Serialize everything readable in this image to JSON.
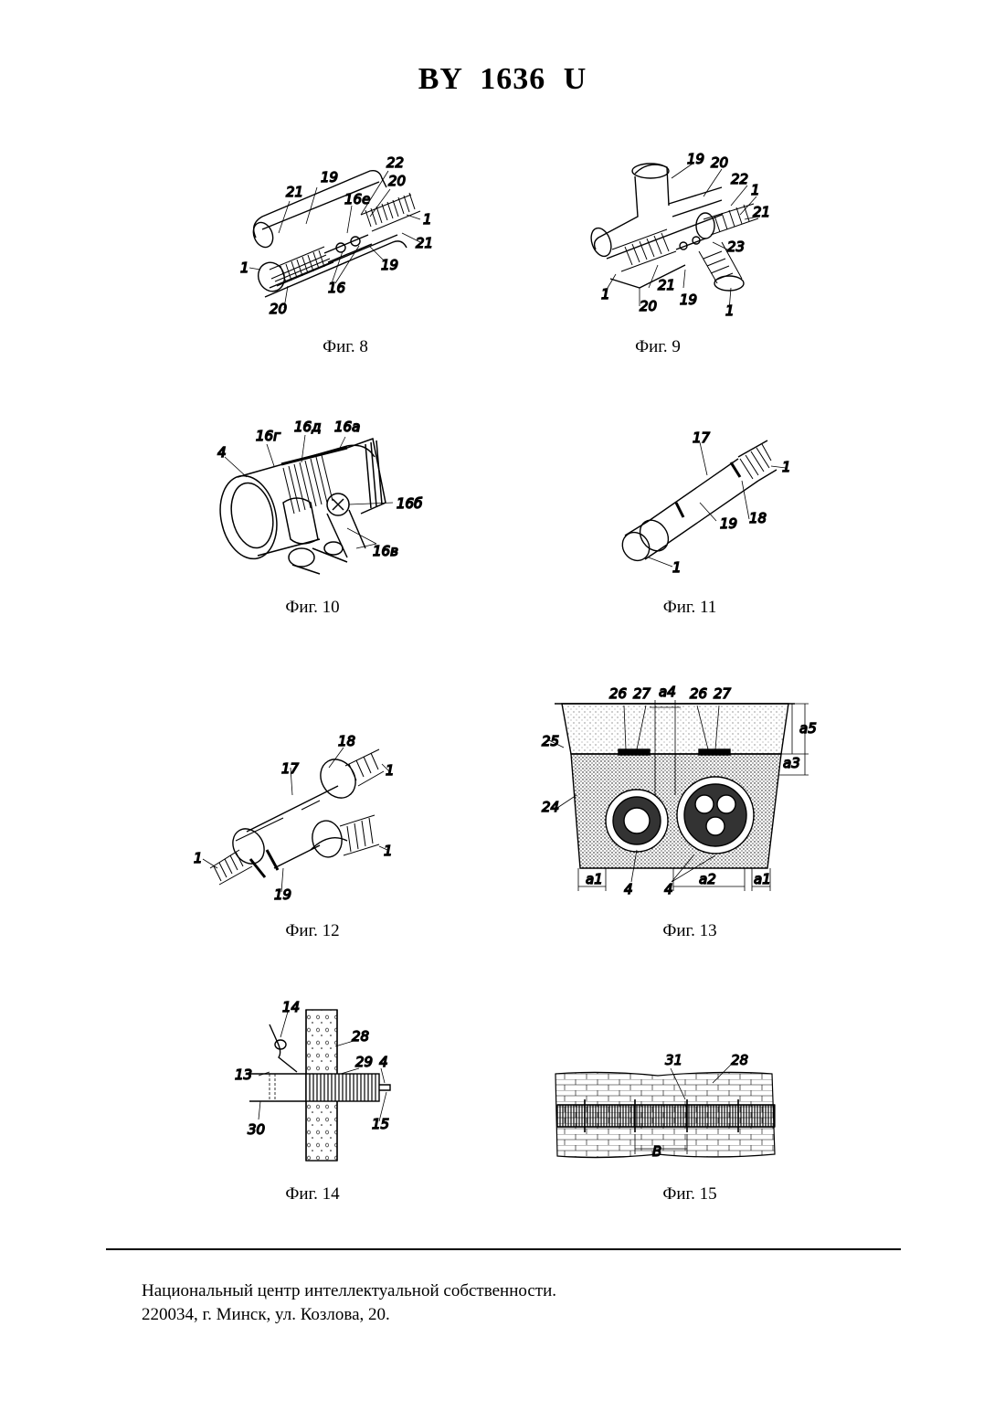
{
  "header": {
    "document_number": "BY 1636 U"
  },
  "figures": [
    {
      "caption": "Фиг. 8",
      "labels": [
        "19",
        "21",
        "22",
        "20",
        "16е",
        "1",
        "21",
        "1",
        "19",
        "16",
        "20"
      ]
    },
    {
      "caption": "Фиг. 9",
      "labels": [
        "19",
        "20",
        "22",
        "1",
        "21",
        "23",
        "1",
        "21",
        "20",
        "19",
        "1"
      ]
    },
    {
      "caption": "Фиг. 10",
      "labels": [
        "4",
        "16г",
        "16д",
        "16а",
        "16б",
        "16в"
      ]
    },
    {
      "caption": "Фиг. 11",
      "labels": [
        "17",
        "1",
        "18",
        "19",
        "1"
      ]
    },
    {
      "caption": "Фиг. 12",
      "labels": [
        "18",
        "17",
        "1",
        "1",
        "1",
        "19"
      ]
    },
    {
      "caption": "Фиг. 13",
      "labels": [
        "а4",
        "26",
        "27",
        "26",
        "27",
        "25",
        "а5",
        "а3",
        "24",
        "а1",
        "4",
        "4",
        "а2",
        "а1"
      ]
    },
    {
      "caption": "Фиг. 14",
      "labels": [
        "14",
        "28",
        "13",
        "29",
        "4",
        "30",
        "15"
      ]
    },
    {
      "caption": "Фиг. 15",
      "labels": [
        "31",
        "28",
        "В"
      ]
    }
  ],
  "footer": {
    "line1": "Национальный центр интеллектуальной собственности.",
    "line2": "220034, г. Минск, ул. Козлова, 20."
  }
}
